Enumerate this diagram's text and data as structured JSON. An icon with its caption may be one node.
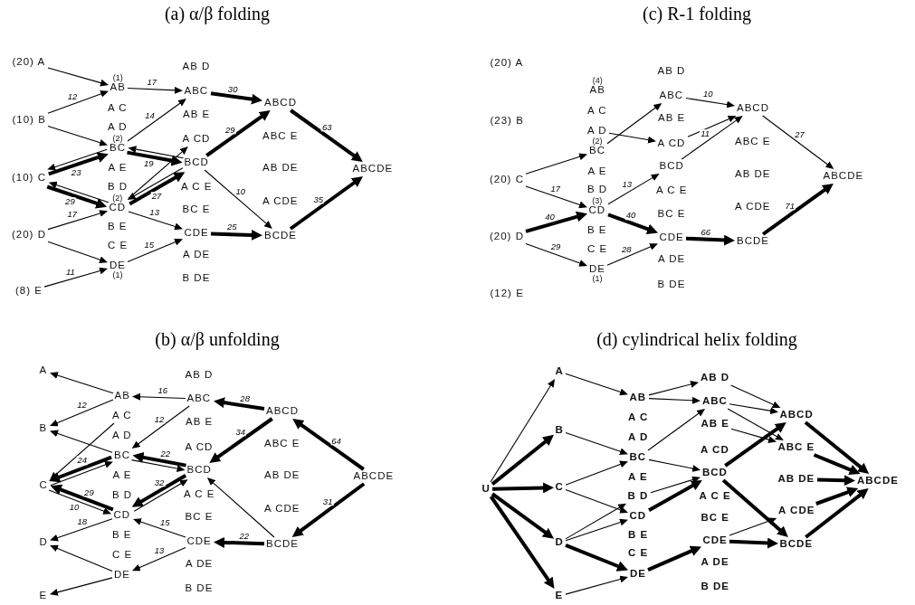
{
  "diagram": {
    "nodes": [
      {
        "text": [
          "(20) A"
        ]
      },
      {
        "text": [
          "(10) B"
        ]
      },
      {
        "text": [
          "(10) C"
        ]
      },
      {
        "text": [
          "(20) D"
        ]
      },
      {
        "text": [
          "(8) E"
        ]
      },
      {
        "text": [
          "(1)",
          "AB"
        ]
      },
      {
        "text": [
          "A C"
        ]
      },
      {
        "text": [
          "A D"
        ]
      },
      {
        "text": [
          "(2)",
          "BC"
        ]
      },
      {
        "text": [
          "A E"
        ]
      },
      {
        "text": [
          "B D"
        ]
      },
      {
        "text": [
          "(2)",
          "CD"
        ]
      },
      {
        "text": [
          "B E"
        ]
      },
      {
        "text": [
          "C E"
        ]
      },
      {
        "text": [
          "DE",
          "(1)"
        ]
      },
      {
        "text": [
          "AB D"
        ]
      },
      {
        "text": [
          "ABC"
        ]
      },
      {
        "text": [
          "AB E"
        ]
      },
      {
        "text": [
          "A CD"
        ]
      },
      {
        "text": [
          "BCD"
        ]
      },
      {
        "text": [
          "A C E"
        ]
      },
      {
        "text": [
          "BC E"
        ]
      },
      {
        "text": [
          "CDE"
        ]
      },
      {
        "text": [
          "A DE"
        ]
      },
      {
        "text": [
          "B DE"
        ]
      },
      {
        "text": [
          "ABCD"
        ]
      },
      {
        "text": [
          "ABC E"
        ]
      },
      {
        "text": [
          "AB DE"
        ]
      },
      {
        "text": [
          "A CDE"
        ]
      },
      {
        "text": [
          "BCDE"
        ]
      },
      {
        "text": [
          "ABCDE"
        ]
      },
      {
        "text": [
          "(20) A"
        ]
      },
      {
        "text": [
          "(23) B"
        ]
      },
      {
        "text": [
          "(20) C"
        ]
      },
      {
        "text": [
          "(20) D"
        ]
      },
      {
        "text": [
          "(12) E"
        ]
      },
      {
        "text": [
          "(4)",
          "AB"
        ]
      },
      {
        "text": [
          "A C"
        ]
      },
      {
        "text": [
          "A D"
        ]
      },
      {
        "text": [
          "(2)",
          "BC"
        ]
      },
      {
        "text": [
          "A E"
        ]
      },
      {
        "text": [
          "B D"
        ]
      },
      {
        "text": [
          "(3)",
          "CD"
        ]
      },
      {
        "text": [
          "B E"
        ]
      },
      {
        "text": [
          "C E"
        ]
      },
      {
        "text": [
          "DE",
          "(1)"
        ]
      },
      {
        "text": [
          "AB D"
        ]
      },
      {
        "text": [
          "ABC"
        ]
      },
      {
        "text": [
          "AB E"
        ]
      },
      {
        "text": [
          "A CD"
        ]
      },
      {
        "text": [
          "BCD"
        ]
      },
      {
        "text": [
          "A C E"
        ]
      },
      {
        "text": [
          "BC E"
        ]
      },
      {
        "text": [
          "CDE"
        ]
      },
      {
        "text": [
          "A DE"
        ]
      },
      {
        "text": [
          "B DE"
        ]
      },
      {
        "text": [
          "ABCD"
        ]
      },
      {
        "text": [
          "ABC E"
        ]
      },
      {
        "text": [
          "AB DE"
        ]
      },
      {
        "text": [
          "A CDE"
        ]
      },
      {
        "text": [
          "BCDE"
        ]
      },
      {
        "text": [
          "ABCDE"
        ]
      },
      {
        "text": [
          "A"
        ]
      },
      {
        "text": [
          "B"
        ]
      },
      {
        "text": [
          "C"
        ]
      },
      {
        "text": [
          "D"
        ]
      },
      {
        "text": [
          "E"
        ]
      },
      {
        "text": [
          "AB"
        ]
      },
      {
        "text": [
          "A C"
        ]
      },
      {
        "text": [
          "A D"
        ]
      },
      {
        "text": [
          "BC"
        ]
      },
      {
        "text": [
          "A E"
        ]
      },
      {
        "text": [
          "B D"
        ]
      },
      {
        "text": [
          "CD"
        ]
      },
      {
        "text": [
          "B E"
        ]
      },
      {
        "text": [
          "C E"
        ]
      },
      {
        "text": [
          "DE"
        ]
      },
      {
        "text": [
          "AB D"
        ]
      },
      {
        "text": [
          "ABC"
        ]
      },
      {
        "text": [
          "AB E"
        ]
      },
      {
        "text": [
          "A CD"
        ]
      },
      {
        "text": [
          "BCD"
        ]
      },
      {
        "text": [
          "A C E"
        ]
      },
      {
        "text": [
          "BC E"
        ]
      },
      {
        "text": [
          "CDE"
        ]
      },
      {
        "text": [
          "A DE"
        ]
      },
      {
        "text": [
          "B DE"
        ]
      },
      {
        "text": [
          "ABCD"
        ]
      },
      {
        "text": [
          "ABC E"
        ]
      },
      {
        "text": [
          "AB DE"
        ]
      },
      {
        "text": [
          "A CDE"
        ]
      },
      {
        "text": [
          "BCDE"
        ]
      },
      {
        "text": [
          "ABCDE"
        ]
      },
      {
        "text": [
          "U"
        ]
      },
      {
        "text": [
          "A"
        ]
      },
      {
        "text": [
          "B"
        ]
      },
      {
        "text": [
          "C"
        ]
      },
      {
        "text": [
          "D"
        ]
      },
      {
        "text": [
          "E"
        ]
      },
      {
        "text": [
          "AB"
        ]
      },
      {
        "text": [
          "A C"
        ]
      },
      {
        "text": [
          "A D"
        ]
      },
      {
        "text": [
          "BC"
        ]
      },
      {
        "text": [
          "A E"
        ]
      },
      {
        "text": [
          "B D"
        ]
      },
      {
        "text": [
          "CD"
        ]
      },
      {
        "text": [
          "B E"
        ]
      },
      {
        "text": [
          "C E"
        ]
      },
      {
        "text": [
          "DE"
        ]
      },
      {
        "text": [
          "AB D"
        ]
      },
      {
        "text": [
          "ABC"
        ]
      },
      {
        "text": [
          "AB E"
        ]
      },
      {
        "text": [
          "A CD"
        ]
      },
      {
        "text": [
          "BCD"
        ]
      },
      {
        "text": [
          "A C E"
        ]
      },
      {
        "text": [
          "BC E"
        ]
      },
      {
        "text": [
          "CDE"
        ]
      },
      {
        "text": [
          "A DE"
        ]
      },
      {
        "text": [
          "B DE"
        ]
      },
      {
        "text": [
          "ABCD"
        ]
      },
      {
        "text": [
          "ABC E"
        ]
      },
      {
        "text": [
          "AB DE"
        ]
      },
      {
        "text": [
          "A CDE"
        ]
      },
      {
        "text": [
          "BCDE"
        ]
      },
      {
        "text": [
          "ABCDE"
        ]
      }
    ],
    "edges": [
      {
        "from": 0,
        "to": 5,
        "arrow": "to"
      },
      {
        "from": 1,
        "to": 5,
        "arrow": "to",
        "label": "12"
      },
      {
        "from": 1,
        "to": 8,
        "arrow": "to"
      },
      {
        "from": 2,
        "to": 8,
        "arrow": "to",
        "label": "23",
        "style": "thick"
      },
      {
        "from": 8,
        "to": 2,
        "arrow": "to"
      },
      {
        "from": 2,
        "to": 11,
        "arrow": "to",
        "label": "29",
        "style": "thick"
      },
      {
        "from": 11,
        "to": 2,
        "arrow": "to"
      },
      {
        "from": 3,
        "to": 11,
        "arrow": "to",
        "label": "17"
      },
      {
        "from": 3,
        "to": 14,
        "arrow": "to"
      },
      {
        "from": 4,
        "to": 14,
        "arrow": "to",
        "label": "11"
      },
      {
        "from": 5,
        "to": 16,
        "arrow": "to",
        "label": "17"
      },
      {
        "from": 8,
        "to": 16,
        "arrow": "to",
        "label": "14"
      },
      {
        "from": 8,
        "to": 19,
        "arrow": "to",
        "label": "19",
        "style": "thick"
      },
      {
        "from": 19,
        "to": 8,
        "arrow": "to"
      },
      {
        "from": 11,
        "to": 18,
        "arrow": "to"
      },
      {
        "from": 11,
        "to": 19,
        "arrow": "to",
        "label": "27",
        "style": "thick"
      },
      {
        "from": 19,
        "to": 11,
        "arrow": "to"
      },
      {
        "from": 11,
        "to": 22,
        "arrow": "to",
        "label": "13"
      },
      {
        "from": 14,
        "to": 22,
        "arrow": "to",
        "label": "15"
      },
      {
        "from": 16,
        "to": 25,
        "arrow": "to",
        "label": "30",
        "style": "thick"
      },
      {
        "from": 19,
        "to": 25,
        "arrow": "to",
        "label": "29",
        "style": "thick"
      },
      {
        "from": 19,
        "to": 29,
        "arrow": "to",
        "label": "10"
      },
      {
        "from": 22,
        "to": 29,
        "arrow": "to",
        "label": "25",
        "style": "thick"
      },
      {
        "from": 25,
        "to": 30,
        "arrow": "to",
        "label": "63",
        "style": "thick"
      },
      {
        "from": 29,
        "to": 30,
        "arrow": "to",
        "label": "35",
        "style": "thick"
      },
      {
        "from": 33,
        "to": 39,
        "arrow": "to"
      },
      {
        "from": 33,
        "to": 42,
        "arrow": "to",
        "label": "17"
      },
      {
        "from": 34,
        "to": 42,
        "arrow": "to",
        "label": "40",
        "style": "thick"
      },
      {
        "from": 34,
        "to": 45,
        "arrow": "to",
        "label": "29"
      },
      {
        "from": 38,
        "to": 49,
        "arrow": "to"
      },
      {
        "from": 39,
        "to": 47,
        "arrow": "to"
      },
      {
        "from": 42,
        "to": 50,
        "arrow": "to",
        "label": "13"
      },
      {
        "from": 42,
        "to": 53,
        "arrow": "to",
        "label": "40",
        "style": "thick"
      },
      {
        "from": 45,
        "to": 53,
        "arrow": "to",
        "label": "28"
      },
      {
        "from": 47,
        "to": 56,
        "arrow": "to",
        "label": "10"
      },
      {
        "from": 49,
        "to": 56,
        "arrow": "to"
      },
      {
        "from": 50,
        "to": 56,
        "arrow": "to",
        "label": "11"
      },
      {
        "from": 53,
        "to": 60,
        "arrow": "to",
        "label": "66",
        "style": "thick"
      },
      {
        "from": 56,
        "to": 61,
        "arrow": "to",
        "label": "27"
      },
      {
        "from": 60,
        "to": 61,
        "arrow": "to",
        "label": "71",
        "style": "thick"
      },
      {
        "from": 67,
        "to": 62,
        "arrow": "to"
      },
      {
        "from": 67,
        "to": 63,
        "arrow": "to",
        "label": "12"
      },
      {
        "from": 70,
        "to": 63,
        "arrow": "to"
      },
      {
        "from": 68,
        "to": 64,
        "arrow": "to"
      },
      {
        "from": 64,
        "to": 70,
        "arrow": "to"
      },
      {
        "from": 70,
        "to": 64,
        "arrow": "to",
        "label": "24",
        "style": "thick"
      },
      {
        "from": 73,
        "to": 64,
        "arrow": "to",
        "label": "29",
        "style": "thick"
      },
      {
        "from": 64,
        "to": 73,
        "arrow": "to",
        "label": "10"
      },
      {
        "from": 73,
        "to": 65,
        "arrow": "to",
        "label": "18"
      },
      {
        "from": 76,
        "to": 65,
        "arrow": "to"
      },
      {
        "from": 76,
        "to": 66,
        "arrow": "to"
      },
      {
        "from": 78,
        "to": 67,
        "arrow": "to",
        "label": "16"
      },
      {
        "from": 78,
        "to": 70,
        "arrow": "to",
        "label": "12"
      },
      {
        "from": 81,
        "to": 70,
        "arrow": "to",
        "label": "22",
        "style": "thick"
      },
      {
        "from": 70,
        "to": 81,
        "arrow": "to"
      },
      {
        "from": 81,
        "to": 73,
        "arrow": "to",
        "label": "32",
        "style": "thick"
      },
      {
        "from": 73,
        "to": 81,
        "arrow": "to"
      },
      {
        "from": 84,
        "to": 73,
        "arrow": "to",
        "label": "15"
      },
      {
        "from": 84,
        "to": 76,
        "arrow": "to",
        "label": "13"
      },
      {
        "from": 87,
        "to": 78,
        "arrow": "to",
        "label": "28",
        "style": "thick"
      },
      {
        "from": 87,
        "to": 81,
        "arrow": "to",
        "label": "34",
        "style": "thick"
      },
      {
        "from": 91,
        "to": 81,
        "arrow": "to"
      },
      {
        "from": 91,
        "to": 84,
        "arrow": "to",
        "label": "22",
        "style": "thick"
      },
      {
        "from": 92,
        "to": 87,
        "arrow": "to",
        "label": "64",
        "style": "thick"
      },
      {
        "from": 92,
        "to": 91,
        "arrow": "to",
        "label": "31",
        "style": "thick"
      },
      {
        "from": 93,
        "to": 94,
        "arrow": "to"
      },
      {
        "from": 93,
        "to": 95,
        "arrow": "to",
        "style": "thick"
      },
      {
        "from": 93,
        "to": 96,
        "arrow": "to",
        "style": "thick"
      },
      {
        "from": 93,
        "to": 97,
        "arrow": "to",
        "style": "thick"
      },
      {
        "from": 93,
        "to": 98,
        "arrow": "to",
        "style": "thick"
      },
      {
        "from": 94,
        "to": 99,
        "arrow": "to"
      },
      {
        "from": 95,
        "to": 102,
        "arrow": "to"
      },
      {
        "from": 96,
        "to": 102,
        "arrow": "to"
      },
      {
        "from": 96,
        "to": 105,
        "arrow": "to"
      },
      {
        "from": 97,
        "to": 104,
        "arrow": "to"
      },
      {
        "from": 97,
        "to": 105,
        "arrow": "to"
      },
      {
        "from": 97,
        "to": 108,
        "arrow": "to",
        "style": "thick"
      },
      {
        "from": 98,
        "to": 108,
        "arrow": "to"
      },
      {
        "from": 99,
        "to": 109,
        "arrow": "to"
      },
      {
        "from": 99,
        "to": 110,
        "arrow": "to"
      },
      {
        "from": 102,
        "to": 110,
        "arrow": "to"
      },
      {
        "from": 102,
        "to": 113,
        "arrow": "to"
      },
      {
        "from": 104,
        "to": 113,
        "arrow": "to"
      },
      {
        "from": 105,
        "to": 113,
        "arrow": "to",
        "style": "thick"
      },
      {
        "from": 108,
        "to": 116,
        "arrow": "to",
        "style": "thick"
      },
      {
        "from": 109,
        "to": 119,
        "arrow": "to"
      },
      {
        "from": 110,
        "to": 119,
        "arrow": "to"
      },
      {
        "from": 110,
        "to": 120,
        "arrow": "to"
      },
      {
        "from": 111,
        "to": 120,
        "arrow": "to"
      },
      {
        "from": 113,
        "to": 119,
        "arrow": "to",
        "style": "thick"
      },
      {
        "from": 113,
        "to": 123,
        "arrow": "to",
        "style": "thick"
      },
      {
        "from": 116,
        "to": 122,
        "arrow": "to"
      },
      {
        "from": 116,
        "to": 123,
        "arrow": "to",
        "style": "thick"
      },
      {
        "from": 119,
        "to": 124,
        "arrow": "to",
        "style": "thick"
      },
      {
        "from": 120,
        "to": 124,
        "arrow": "to",
        "style": "thick"
      },
      {
        "from": 121,
        "to": 124,
        "arrow": "to",
        "style": "thick"
      },
      {
        "from": 122,
        "to": 124,
        "arrow": "to",
        "style": "thick"
      },
      {
        "from": 123,
        "to": 124,
        "arrow": "to",
        "style": "thick"
      }
    ],
    "labels": [
      "(a) α/β folding",
      "(c) R-1 folding",
      "(b) α/β unfolding",
      "(d) cylindrical helix folding"
    ]
  }
}
